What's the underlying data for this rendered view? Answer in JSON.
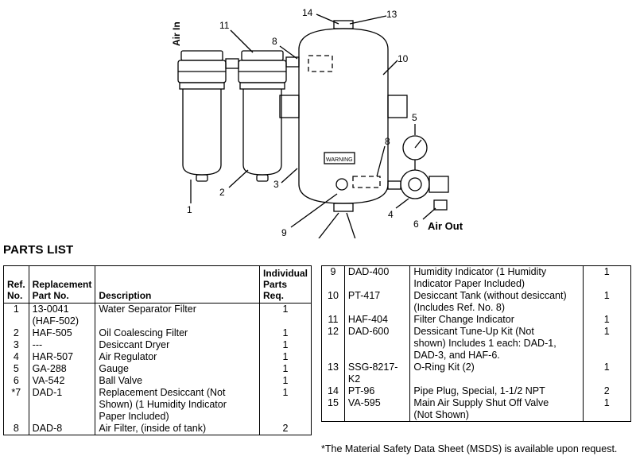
{
  "diagram": {
    "labels": {
      "air_in": "Air In",
      "air_out": "Air Out",
      "warning": "WARNING",
      "callouts": [
        "1",
        "2",
        "3",
        "4",
        "5",
        "6",
        "8",
        "8",
        "9",
        "10",
        "11",
        "13",
        "13",
        "14",
        "14"
      ]
    }
  },
  "parts_list": {
    "heading": "PARTS LIST",
    "headers": {
      "ref": [
        "Ref.",
        "No."
      ],
      "part": [
        "Replacement",
        "Part No."
      ],
      "description": "Description",
      "qty": [
        "Individual",
        "Parts Req."
      ]
    },
    "left_rows": [
      {
        "ref": "1",
        "part": [
          "13-0041",
          "(HAF-502)"
        ],
        "desc": [
          "Water Separator Filter"
        ],
        "qty": "1"
      },
      {
        "ref": "2",
        "part": [
          "HAF-505"
        ],
        "desc": [
          "Oil Coalescing Filter"
        ],
        "qty": "1"
      },
      {
        "ref": "3",
        "part": [
          "---"
        ],
        "desc": [
          "Desiccant Dryer"
        ],
        "qty": "1"
      },
      {
        "ref": "4",
        "part": [
          "HAR-507"
        ],
        "desc": [
          "Air Regulator"
        ],
        "qty": "1"
      },
      {
        "ref": "5",
        "part": [
          "GA-288"
        ],
        "desc": [
          "Gauge"
        ],
        "qty": "1"
      },
      {
        "ref": "6",
        "part": [
          "VA-542"
        ],
        "desc": [
          "Ball Valve"
        ],
        "qty": "1"
      },
      {
        "ref": "*7",
        "part": [
          "DAD-1"
        ],
        "desc": [
          "Replacement Desiccant (Not",
          "Shown) (1 Humidity Indicator",
          "Paper Included)"
        ],
        "qty": "1"
      },
      {
        "ref": "8",
        "part": [
          "DAD-8"
        ],
        "desc": [
          "Air Filter, (inside of tank)"
        ],
        "qty": "2"
      }
    ],
    "right_rows": [
      {
        "ref": "9",
        "part": [
          "DAD-400"
        ],
        "desc": [
          "Humidity Indicator (1 Humidity",
          "Indicator Paper Included)"
        ],
        "qty": "1"
      },
      {
        "ref": "10",
        "part": [
          "PT-417"
        ],
        "desc": [
          "Desiccant Tank (without desiccant)",
          "(Includes Ref. No. 8)"
        ],
        "qty": "1"
      },
      {
        "ref": "11",
        "part": [
          "HAF-404"
        ],
        "desc": [
          "Filter Change Indicator"
        ],
        "qty": "1"
      },
      {
        "ref": "12",
        "part": [
          "DAD-600"
        ],
        "desc": [
          "Dessicant Tune-Up Kit (Not",
          "shown) Includes 1 each: DAD-1,",
          "DAD-3, and HAF-6."
        ],
        "qty": "1"
      },
      {
        "ref": "13",
        "part": [
          "SSG-8217-K2"
        ],
        "desc": [
          "O-Ring Kit (2)"
        ],
        "qty": "1"
      },
      {
        "ref": "14",
        "part": [
          "PT-96"
        ],
        "desc": [
          "Pipe Plug, Special, 1-1/2 NPT"
        ],
        "qty": "2"
      },
      {
        "ref": "15",
        "part": [
          "VA-595"
        ],
        "desc": [
          "Main Air Supply Shut Off Valve",
          "(Not Shown)"
        ],
        "qty": "1"
      }
    ],
    "footnote": "*The Material Safety Data Sheet (MSDS) is available upon request."
  }
}
